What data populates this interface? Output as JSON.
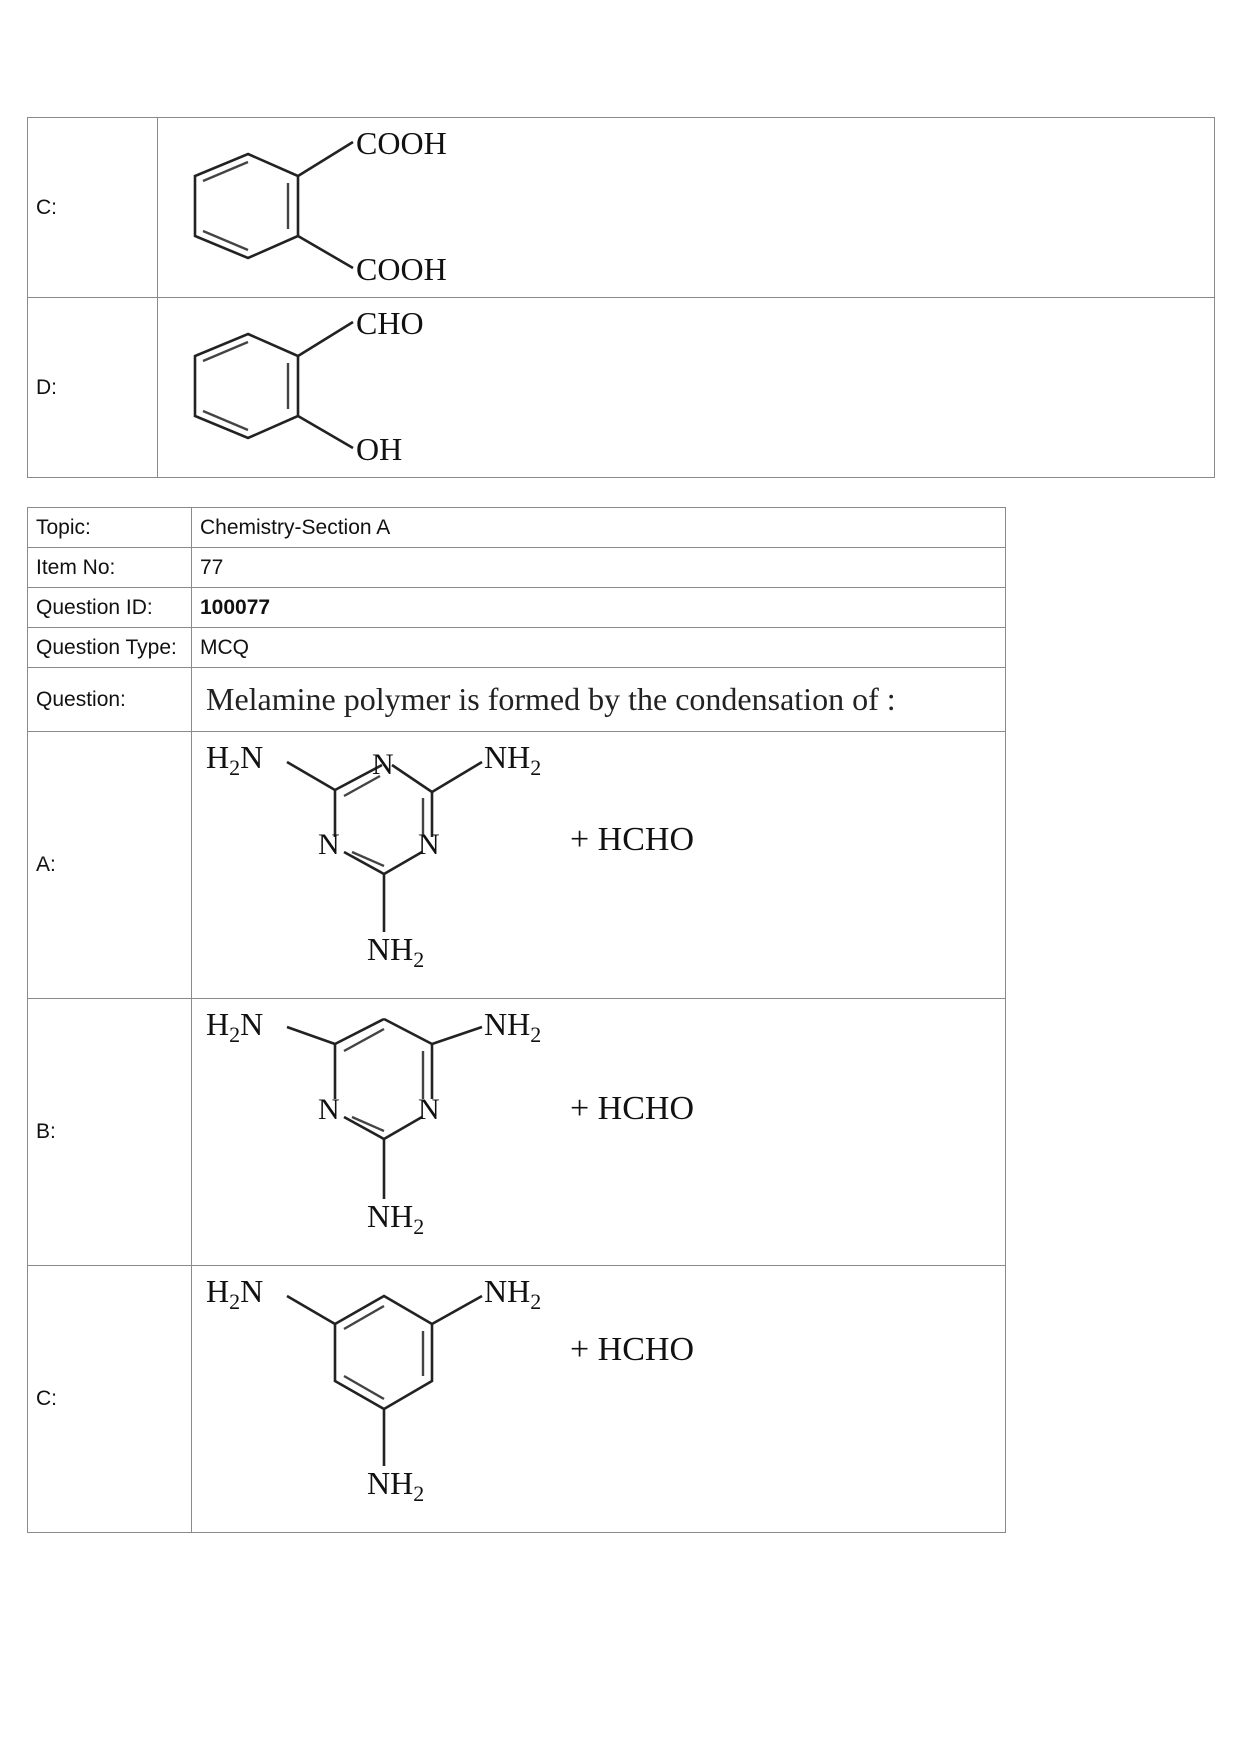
{
  "top_options": [
    {
      "label": "C:",
      "substituent_top": "COOH",
      "substituent_bottom": "COOH"
    },
    {
      "label": "D:",
      "substituent_top": "CHO",
      "substituent_bottom": "OH"
    }
  ],
  "meta": {
    "topic_label": "Topic:",
    "topic_value": "Chemistry-Section A",
    "item_label": "Item No:",
    "item_value": "77",
    "qid_label": "Question ID:",
    "qid_value": "100077",
    "qtype_label": "Question Type:",
    "qtype_value": "MCQ",
    "question_label": "Question:",
    "question_text": "Melamine polymer is formed by the condensation of :"
  },
  "options": [
    {
      "label": "A:",
      "group_left": "H",
      "group_left_sub": "2",
      "group_left_tail": "N",
      "group_right": "NH",
      "group_right_sub": "2",
      "group_bottom": "NH",
      "group_bottom_sub": "2",
      "ring_atoms": [
        "N",
        "N",
        "N"
      ],
      "reagent": "+ HCHO"
    },
    {
      "label": "B:",
      "group_left": "H",
      "group_left_sub": "2",
      "group_left_tail": "N",
      "group_right": "NH",
      "group_right_sub": "2",
      "group_bottom": "NH",
      "group_bottom_sub": "2",
      "ring_atoms": [
        "N",
        "N"
      ],
      "reagent": "+ HCHO"
    },
    {
      "label": "C:",
      "group_left": "H",
      "group_left_sub": "2",
      "group_left_tail": "N",
      "group_right": "NH",
      "group_right_sub": "2",
      "group_bottom": "NH",
      "group_bottom_sub": "2",
      "reagent": "+ HCHO"
    }
  ]
}
